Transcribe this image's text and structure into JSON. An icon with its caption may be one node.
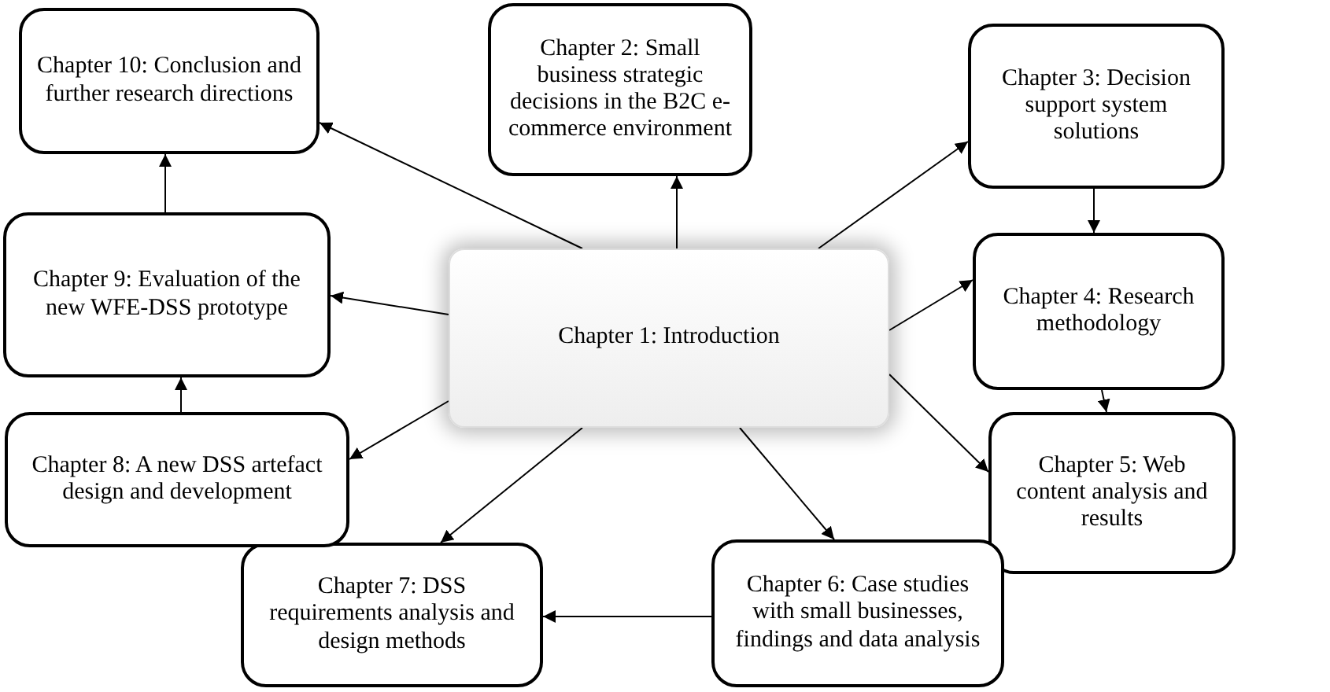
{
  "diagram": {
    "nodes": [
      {
        "text": [
          "Chapter 1: Introduction"
        ]
      },
      {
        "text": [
          "Chapter 2: Small business strategic decisions in the B2C e-commerce environment"
        ]
      },
      {
        "text": [
          "Chapter 3: Decision support system solutions"
        ]
      },
      {
        "text": [
          "Chapter 4: Research methodology"
        ]
      },
      {
        "text": [
          "Chapter 5: Web content analysis and results"
        ]
      },
      {
        "text": [
          "Chapter 6: Case studies with small businesses, findings and data analysis"
        ]
      },
      {
        "text": [
          "Chapter 7: DSS requirements analysis and design methods"
        ]
      },
      {
        "text": [
          "Chapter 8: A new DSS artefact design and development"
        ]
      },
      {
        "text": [
          "Chapter 9: Evaluation of the new WFE-DSS prototype"
        ]
      },
      {
        "text": [
          "Chapter 10: Conclusion and further research directions"
        ]
      }
    ],
    "edges": [
      {
        "from": 0,
        "to": 1,
        "arrow": "to"
      },
      {
        "from": 0,
        "to": 2,
        "arrow": "to"
      },
      {
        "from": 2,
        "to": 3,
        "arrow": "to"
      },
      {
        "from": 0,
        "to": 3,
        "arrow": "to"
      },
      {
        "from": 3,
        "to": 4,
        "arrow": "to"
      },
      {
        "from": 0,
        "to": 4,
        "arrow": "to"
      },
      {
        "from": 5,
        "to": 6,
        "arrow": "to"
      },
      {
        "from": 0,
        "to": 5,
        "arrow": "to"
      },
      {
        "from": 0,
        "to": 6,
        "arrow": "to"
      },
      {
        "from": 0,
        "to": 7,
        "arrow": "to"
      },
      {
        "from": 7,
        "to": 8,
        "arrow": "to"
      },
      {
        "from": 0,
        "to": 8,
        "arrow": "to"
      },
      {
        "from": 8,
        "to": 9,
        "arrow": "to"
      },
      {
        "from": 0,
        "to": 9,
        "arrow": "to"
      }
    ]
  }
}
